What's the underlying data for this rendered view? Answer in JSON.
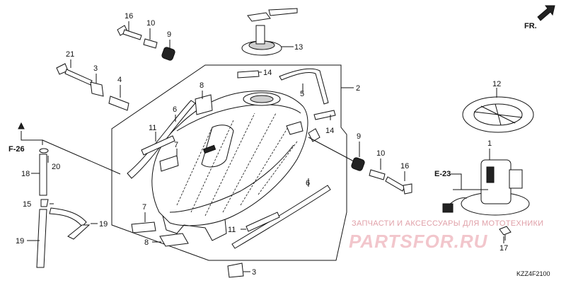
{
  "diagram": {
    "direction_label": "FR.",
    "catalog_code": "KZZ4F2100",
    "watermark": {
      "line1": "ЗАПЧАСТИ И АКСЕССУАРЫ ДЛЯ МОТОТЕХНИКИ",
      "line2": "PARTSFOR.RU"
    },
    "references": [
      {
        "id": "ref-f26",
        "text": "F-26"
      },
      {
        "id": "ref-e23",
        "text": "E-23"
      }
    ],
    "callouts": [
      {
        "id": "c16a",
        "text": "16"
      },
      {
        "id": "c10a",
        "text": "10"
      },
      {
        "id": "c9a",
        "text": "9"
      },
      {
        "id": "c13",
        "text": "13"
      },
      {
        "id": "c21",
        "text": "21"
      },
      {
        "id": "c3a",
        "text": "3"
      },
      {
        "id": "c4",
        "text": "4"
      },
      {
        "id": "c14a",
        "text": "14"
      },
      {
        "id": "c5",
        "text": "5"
      },
      {
        "id": "c2",
        "text": "2"
      },
      {
        "id": "c8a",
        "text": "8"
      },
      {
        "id": "c6a",
        "text": "6"
      },
      {
        "id": "c11a",
        "text": "11"
      },
      {
        "id": "c7a",
        "text": "7"
      },
      {
        "id": "c14b",
        "text": "14"
      },
      {
        "id": "c12",
        "text": "12"
      },
      {
        "id": "c20",
        "text": "20"
      },
      {
        "id": "c18",
        "text": "18"
      },
      {
        "id": "c9b",
        "text": "9"
      },
      {
        "id": "c10b",
        "text": "10"
      },
      {
        "id": "c16b",
        "text": "16"
      },
      {
        "id": "c1",
        "text": "1"
      },
      {
        "id": "c6b",
        "text": "6"
      },
      {
        "id": "c15",
        "text": "15"
      },
      {
        "id": "c7b",
        "text": "7"
      },
      {
        "id": "c11b",
        "text": "11"
      },
      {
        "id": "c19a",
        "text": "19"
      },
      {
        "id": "c19b",
        "text": "19"
      },
      {
        "id": "c8b",
        "text": "8"
      },
      {
        "id": "c3b",
        "text": "3"
      },
      {
        "id": "c17",
        "text": "17"
      }
    ]
  }
}
